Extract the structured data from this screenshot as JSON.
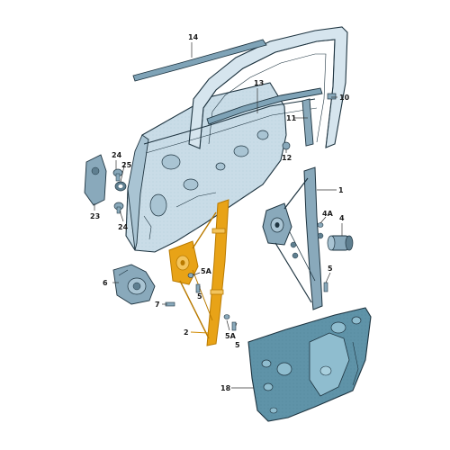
{
  "diagram": {
    "callouts": [
      {
        "id": "c14",
        "text": "14"
      },
      {
        "id": "c13",
        "text": "13"
      },
      {
        "id": "c10",
        "text": "10"
      },
      {
        "id": "c11",
        "text": "11"
      },
      {
        "id": "c12",
        "text": "12"
      },
      {
        "id": "c1",
        "text": "1"
      },
      {
        "id": "c24a",
        "text": "24"
      },
      {
        "id": "c25",
        "text": "25"
      },
      {
        "id": "c23",
        "text": "23"
      },
      {
        "id": "c24b",
        "text": "24"
      },
      {
        "id": "c4a",
        "text": "4A"
      },
      {
        "id": "c4",
        "text": "4"
      },
      {
        "id": "c5r",
        "text": "5"
      },
      {
        "id": "c6",
        "text": "6"
      },
      {
        "id": "c7",
        "text": "7"
      },
      {
        "id": "c5a1",
        "text": "5A"
      },
      {
        "id": "c5t",
        "text": "5"
      },
      {
        "id": "c2",
        "text": "2"
      },
      {
        "id": "c5a2",
        "text": "5A"
      },
      {
        "id": "c5b",
        "text": "5"
      },
      {
        "id": "c18",
        "text": "18"
      }
    ],
    "colors": {
      "door": "#bcd3e1",
      "door_dark": "#7fa3b7",
      "part": "#89a9bb",
      "regulator": "#e8a317",
      "regulator_dark": "#b97a00",
      "panel": "#5f93a8",
      "panel_light": "#8fbdcf",
      "line": "#1e3440"
    }
  }
}
